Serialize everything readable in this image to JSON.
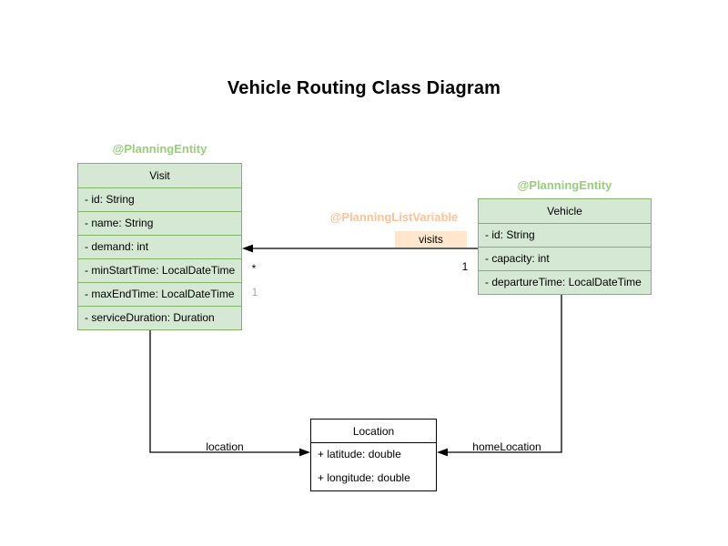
{
  "title": "Vehicle Routing Class Diagram",
  "colors": {
    "class_fill_green": "#d5e8d4",
    "class_stroke_green": "#82b366",
    "annotation_green": "#97d077",
    "annotation_orange": "#ffc299",
    "edge_chip_fill": "#ffe6cc",
    "multiplicity_lavender": "#b39ac4",
    "line_black": "#000000"
  },
  "classes": {
    "visit": {
      "annotation": "@PlanningEntity",
      "name": "Visit",
      "attributes": [
        "- id: String",
        "- name: String",
        "- demand: int",
        "- minStartTime: LocalDateTime",
        "- maxEndTime: LocalDateTime",
        "- serviceDuration: Duration"
      ]
    },
    "vehicle": {
      "annotation": "@PlanningEntity",
      "name": "Vehicle",
      "attributes": [
        "- id: String",
        "- capacity: int",
        "- departureTime: LocalDateTime"
      ]
    },
    "location": {
      "name": "Location",
      "attributes": [
        "+ latitude: double",
        "+ longitude: double"
      ]
    }
  },
  "relations": {
    "visits": {
      "annotation": "@PlanningListVariable",
      "label": "visits",
      "target_multiplicity": "*",
      "source_multiplicity": "1",
      "extra_multiplicity": "1"
    },
    "location": {
      "label": "location"
    },
    "homeLocation": {
      "label": "homeLocation"
    }
  }
}
